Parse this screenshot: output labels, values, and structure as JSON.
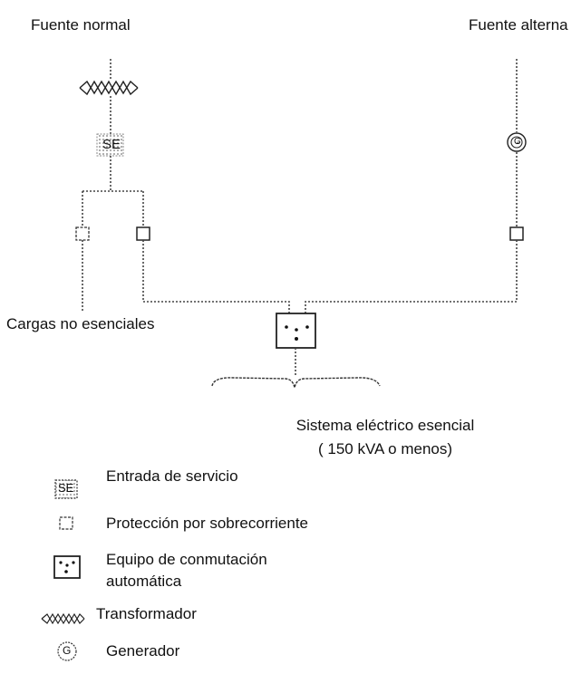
{
  "labels": {
    "normal_source": "Fuente normal",
    "alternate_source": "Fuente alterna",
    "service_entrance_symbol": "SE",
    "generator_symbol": "G",
    "nonessential_loads": "Cargas no esenciales",
    "essential_system_line1": "Sistema eléctrico esencial",
    "essential_system_line2": "( 150 kVA o menos)"
  },
  "legend": [
    {
      "symbol": "service-entrance",
      "symbol_text": "SE",
      "text": "Entrada de servicio"
    },
    {
      "symbol": "overcurrent-protection",
      "text": "Protección por sobrecorriente"
    },
    {
      "symbol": "automatic-transfer-equipment",
      "text_line1": "Equipo de conmutación",
      "text_line2": "automática"
    },
    {
      "symbol": "transformer",
      "text": "Transformador"
    },
    {
      "symbol": "generator",
      "symbol_text": "G",
      "text": "Generador"
    }
  ],
  "colors": {
    "line": "#222222",
    "dotted": "#555555",
    "text": "#111111"
  }
}
